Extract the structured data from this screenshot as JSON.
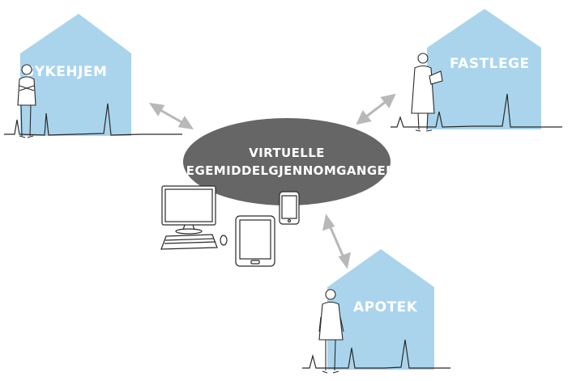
{
  "diagram": {
    "hub": {
      "line1": "VIRTUELLE",
      "line2": "LEGEMIDDELGJENNOMGANGER"
    },
    "houses": {
      "sykehjem": {
        "label": "SYKEHJEM"
      },
      "fastlege": {
        "label": "FASTLEGE"
      },
      "apotek": {
        "label": "APOTEK"
      }
    },
    "colors": {
      "house_fill": "#a9d4ec",
      "hub_fill": "#666666",
      "arrow": "#b8b8b8",
      "sketch_line": "#2a2a2a",
      "label_text": "#ffffff"
    }
  }
}
